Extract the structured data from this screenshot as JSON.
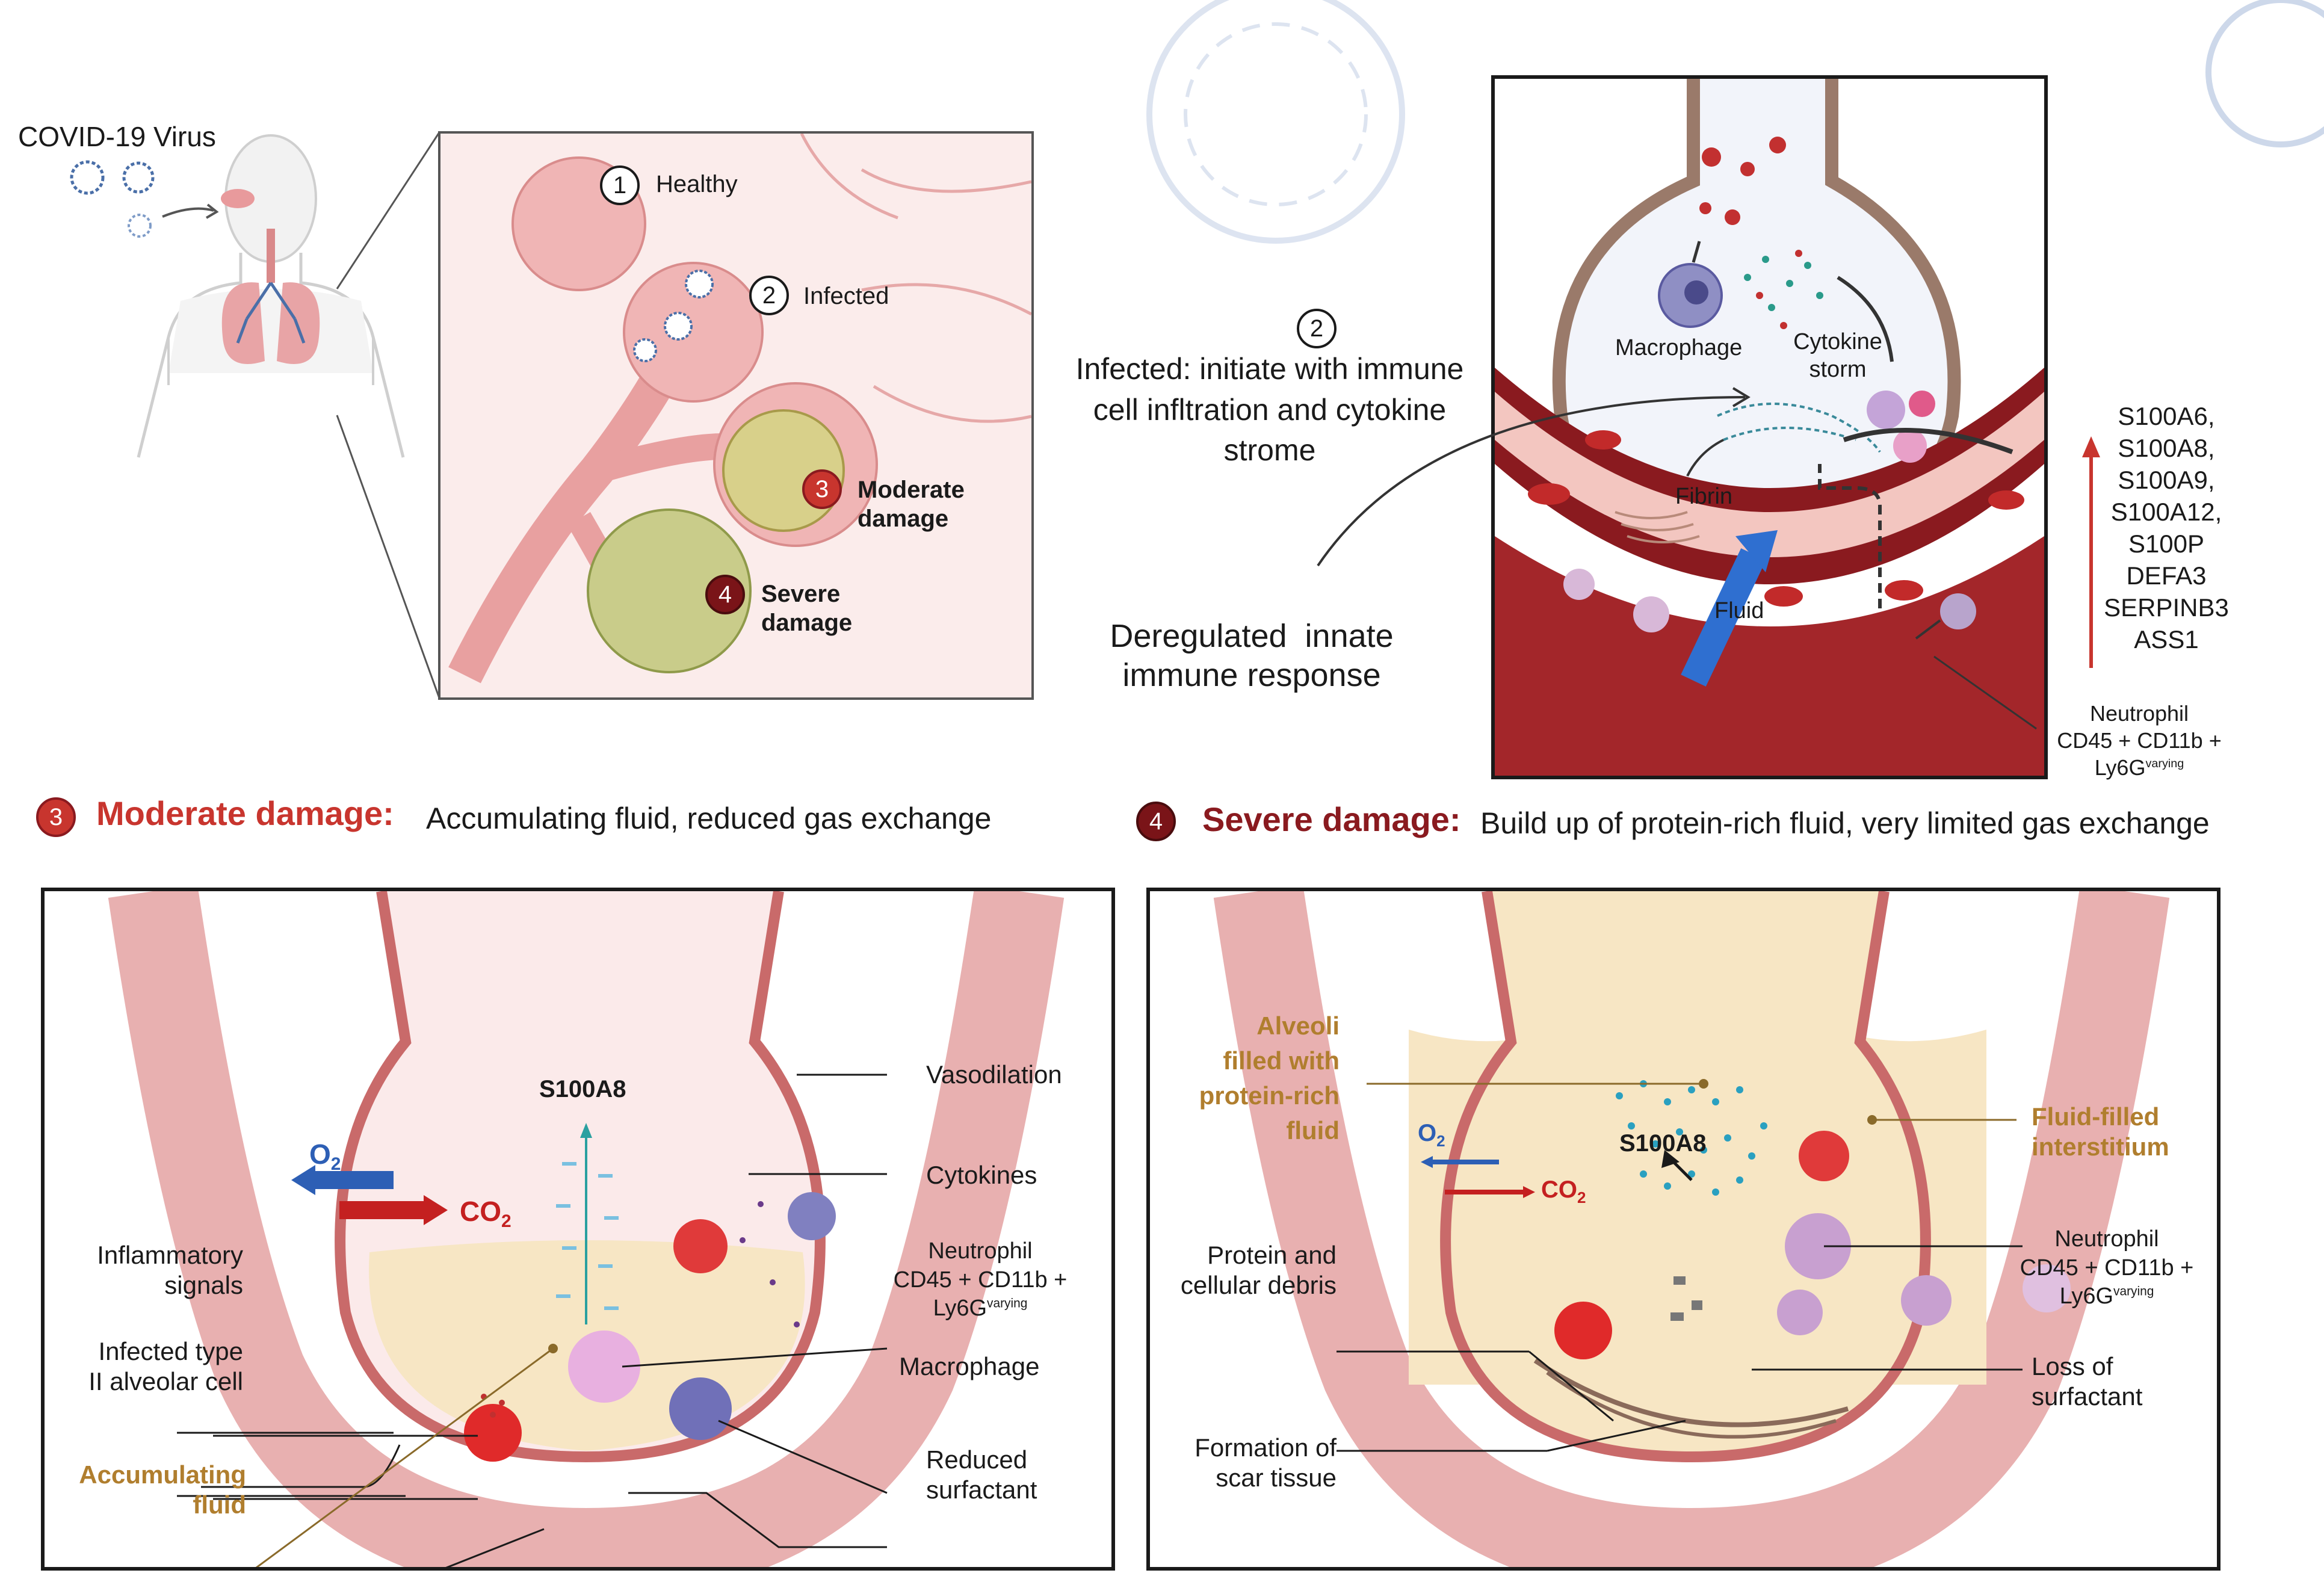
{
  "top_left": {
    "virus_label": "COVID-19 Virus",
    "stages": [
      {
        "num": "1",
        "label": "Healthy"
      },
      {
        "num": "2",
        "label": "Infected"
      },
      {
        "num": "3",
        "label": "Moderate\ndamage"
      },
      {
        "num": "4",
        "label": "Severe\ndamage"
      }
    ]
  },
  "top_right": {
    "stage_num": "2",
    "infected_text": "Infected: initiate with immune\ncell infltration and cytokine\nstrome",
    "deregulated_text": "Deregulated  innate\nimmune response",
    "labels": {
      "macrophage": "Macrophage",
      "cytokine_storm": "Cytokine\nstorm",
      "fibrin": "Fibrin",
      "fluid": "Fluid"
    },
    "genes": [
      "S100A6,",
      "S100A8,",
      "S100A9,",
      "S100A12,",
      "S100P",
      "DEFA3",
      "SERPINB3",
      "ASS1"
    ],
    "neutrophil": {
      "name": "Neutrophil",
      "markers": "CD45 + CD11b +",
      "ly6g": "Ly6G",
      "ly6g_sup": "varying"
    }
  },
  "moderate": {
    "num": "3",
    "heading": "Moderate damage:",
    "description": "Accumulating fluid, reduced gas exchange",
    "o2": "O",
    "o2_sub": "2",
    "co2": "CO",
    "co2_sub": "2",
    "s100a8": "S100A8",
    "labels": {
      "vasodilation": "Vasodilation",
      "cytokines": "Cytokines",
      "neutrophil": "Neutrophil",
      "neutrophil_markers": "CD45 + CD11b +",
      "ly6g": "Ly6G",
      "ly6g_sup": "varying",
      "macrophage": "Macrophage",
      "reduced_surfactant": "Reduced\nsurfactant",
      "inflammatory_signals": "Inflammatory\nsignals",
      "infected_type_ii": "Infected type\nII alveolar cell",
      "accumulating_fluid": "Accumulating\nfluid"
    }
  },
  "severe": {
    "num": "4",
    "heading": "Severe damage:",
    "description": "Build up of protein-rich fluid, very limited gas exchange",
    "o2": "O",
    "o2_sub": "2",
    "co2": "CO",
    "co2_sub": "2",
    "s100a8": "S100A8",
    "labels": {
      "alveoli_filled": "Alveoli\nfilled with\nprotein-rich\nfluid",
      "fluid_filled_interstitium": "Fluid-filled\ninterstitium",
      "protein_debris": "Protein and\ncellular debris",
      "neutrophil": "Neutrophil",
      "neutrophil_markers": "CD45 + CD11b +",
      "ly6g": "Ly6G",
      "ly6g_sup": "varying",
      "loss_of_surfactant": "Loss of\nsurfactant",
      "scar_tissue": "Formation of\nscar tissue"
    }
  }
}
